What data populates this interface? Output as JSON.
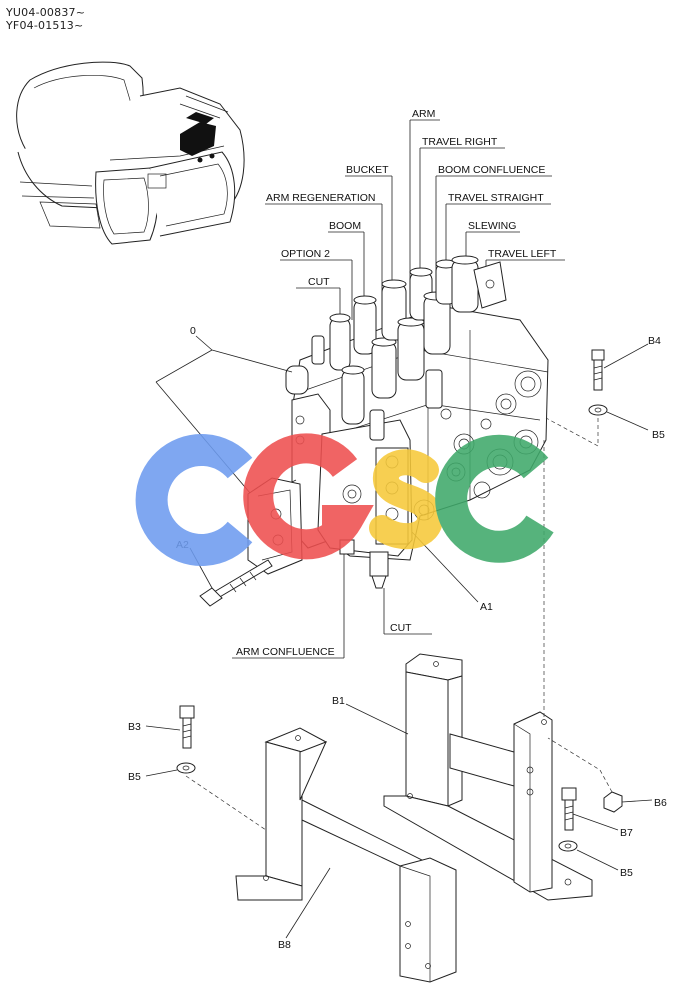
{
  "header": {
    "serial_1": "YU04-00837~",
    "serial_2": "YF04-01513~"
  },
  "valve_labels": {
    "arm": "ARM",
    "travel_right": "TRAVEL RIGHT",
    "bucket": "BUCKET",
    "boom_confluence": "BOOM CONFLUENCE",
    "arm_regeneration": "ARM REGENERATION",
    "travel_straight": "TRAVEL STRAIGHT",
    "boom": "BOOM",
    "slewing": "SLEWING",
    "option_2": "OPTION 2",
    "travel_left": "TRAVEL LEFT",
    "cut_top": "CUT",
    "cut_bottom": "CUT",
    "arm_confluence": "ARM CONFLUENCE"
  },
  "part_refs": {
    "zero": "0",
    "a1": "A1",
    "a2": "A2",
    "b1": "B1",
    "b3": "B3",
    "b4": "B4",
    "b5_top": "B5",
    "b5_left": "B5",
    "b5_right": "B5",
    "b6": "B6",
    "b7": "B7",
    "b8": "B8"
  },
  "watermark": {
    "letters": [
      "C",
      "G",
      "S",
      "C"
    ],
    "colors": [
      "#6e9cf0",
      "#ee4f4f",
      "#f6c93a",
      "#3fa96a"
    ]
  }
}
